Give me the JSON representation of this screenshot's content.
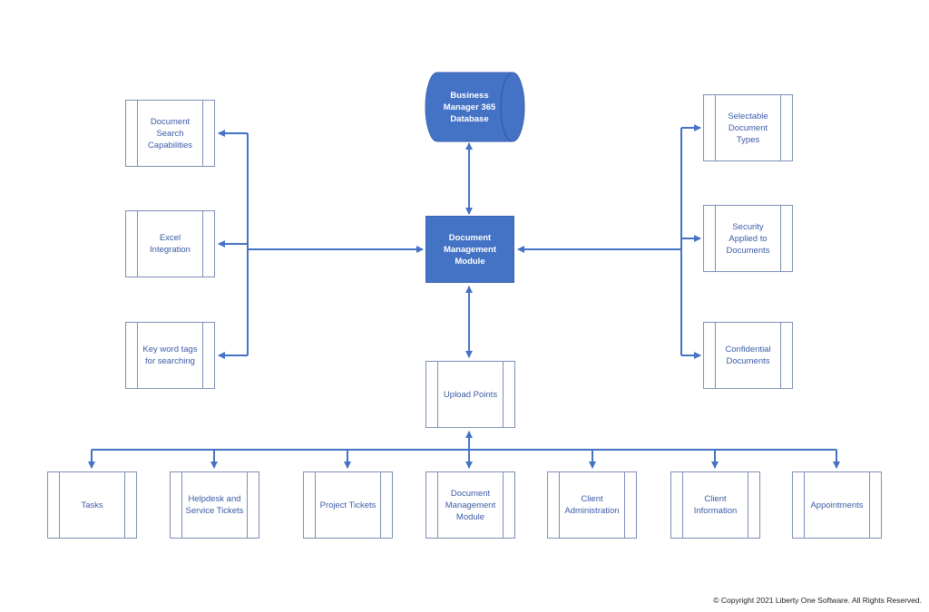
{
  "diagram": {
    "database": {
      "label": "Business\nManager 365\nDatabase"
    },
    "center": {
      "label": "Document\nManagement\nModule"
    },
    "left_boxes": [
      {
        "label": "Document\nSearch\nCapabilities"
      },
      {
        "label": "Excel\nIntegration"
      },
      {
        "label": "Key word tags\nfor searching"
      }
    ],
    "right_boxes": [
      {
        "label": "Selectable\nDocument\nTypes"
      },
      {
        "label": "Security\nApplied to\nDocuments"
      },
      {
        "label": "Confidential\nDocuments"
      }
    ],
    "upload": {
      "label": "Upload Points"
    },
    "bottom_boxes": [
      {
        "label": "Tasks"
      },
      {
        "label": "Helpdesk and\nService Tickets"
      },
      {
        "label": "Project Tickets"
      },
      {
        "label": "Document\nManagement\nModule"
      },
      {
        "label": "Client\nAdministration"
      },
      {
        "label": "Client\nInformation"
      },
      {
        "label": "Appointments"
      }
    ],
    "colors": {
      "accent": "#4472c4",
      "connector": "#4472c4",
      "box_border": "#7f8fb8",
      "box_text": "#3b5aa6"
    }
  },
  "footer": {
    "copyright": "© Copyright 2021 Liberty One Software. All Rights Reserved."
  }
}
